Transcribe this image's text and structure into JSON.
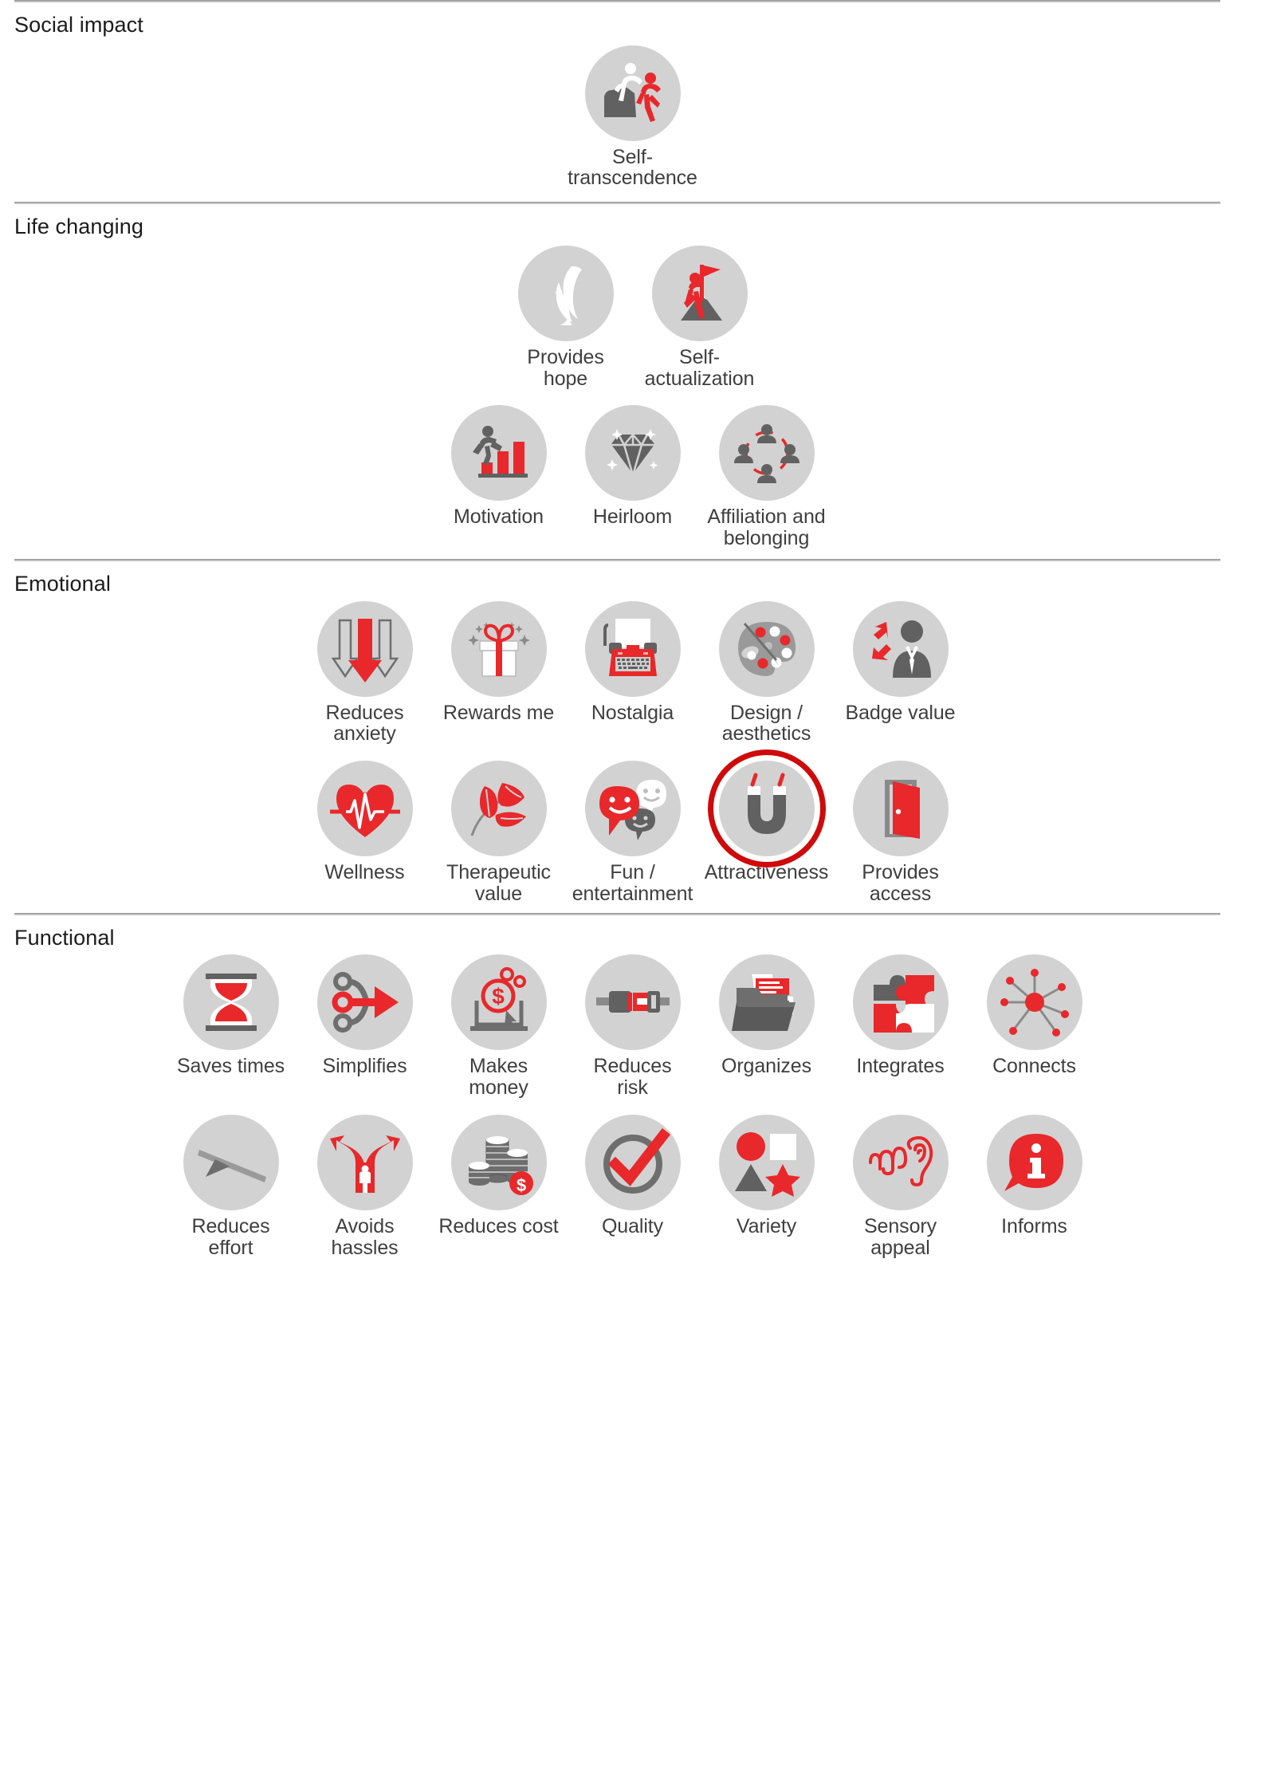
{
  "title": "Elements of Value Pyramid",
  "colors": {
    "accent_red": "#e8282b",
    "deep_red": "#cf0a0a",
    "badge_gray": "#d2d2d2",
    "icon_gray": "#616161",
    "text": "#3f3f3f",
    "divider": "#b8b8b8"
  },
  "tiers": [
    {
      "label": "Social impact",
      "rows": [
        [
          {
            "caption": "Self-\ntranscendence",
            "icon": "self-transcendence-icon",
            "highlighted": false
          }
        ]
      ]
    },
    {
      "label": "Life changing",
      "rows": [
        [
          {
            "caption": "Provides\nhope",
            "icon": "dove-icon",
            "highlighted": false
          },
          {
            "caption": "Self-\nactualization",
            "icon": "flag-summit-icon",
            "highlighted": false
          }
        ],
        [
          {
            "caption": "Motivation",
            "icon": "runner-chart-icon",
            "highlighted": false
          },
          {
            "caption": "Heirloom",
            "icon": "diamond-icon",
            "highlighted": false
          },
          {
            "caption": "Affiliation and\nbelonging",
            "icon": "people-circle-icon",
            "highlighted": false
          }
        ]
      ]
    },
    {
      "label": "Emotional",
      "rows": [
        [
          {
            "caption": "Reduces\nanxiety",
            "icon": "down-arrows-icon",
            "highlighted": false
          },
          {
            "caption": "Rewards me",
            "icon": "gift-box-icon",
            "highlighted": false
          },
          {
            "caption": "Nostalgia",
            "icon": "typewriter-icon",
            "highlighted": false
          },
          {
            "caption": "Design /\naesthetics",
            "icon": "palette-icon",
            "highlighted": false
          },
          {
            "caption": "Badge value",
            "icon": "businessman-arrows-icon",
            "highlighted": false
          }
        ],
        [
          {
            "caption": "Wellness",
            "icon": "heart-pulse-icon",
            "highlighted": false
          },
          {
            "caption": "Therapeutic\nvalue",
            "icon": "leaves-icon",
            "highlighted": false
          },
          {
            "caption": "Fun /\nentertainment",
            "icon": "smiley-chat-icon",
            "highlighted": false
          },
          {
            "caption": "Attractiveness",
            "icon": "magnet-icon",
            "highlighted": true
          },
          {
            "caption": "Provides\naccess",
            "icon": "open-door-icon",
            "highlighted": false
          }
        ]
      ]
    },
    {
      "label": "Functional",
      "rows": [
        [
          {
            "caption": "Saves times",
            "icon": "hourglass-icon",
            "highlighted": false
          },
          {
            "caption": "Simplifies",
            "icon": "merge-arrow-icon",
            "highlighted": false
          },
          {
            "caption": "Makes\nmoney",
            "icon": "laptop-dollar-icon",
            "highlighted": false
          },
          {
            "caption": "Reduces\nrisk",
            "icon": "seatbelt-icon",
            "highlighted": false
          },
          {
            "caption": "Organizes",
            "icon": "folder-files-icon",
            "highlighted": false
          },
          {
            "caption": "Integrates",
            "icon": "puzzle-icon",
            "highlighted": false
          },
          {
            "caption": "Connects",
            "icon": "network-nodes-icon",
            "highlighted": false
          }
        ],
        [
          {
            "caption": "Reduces\neffort",
            "icon": "lever-icon",
            "highlighted": false
          },
          {
            "caption": "Avoids\nhassles",
            "icon": "fork-road-icon",
            "highlighted": false
          },
          {
            "caption": "Reduces cost",
            "icon": "coin-stacks-icon",
            "highlighted": false
          },
          {
            "caption": "Quality",
            "icon": "check-circle-icon",
            "highlighted": false
          },
          {
            "caption": "Variety",
            "icon": "shapes-icon",
            "highlighted": false
          },
          {
            "caption": "Sensory\nappeal",
            "icon": "ear-sound-icon",
            "highlighted": false
          },
          {
            "caption": "Informs",
            "icon": "info-bubble-icon",
            "highlighted": false
          }
        ]
      ]
    }
  ]
}
